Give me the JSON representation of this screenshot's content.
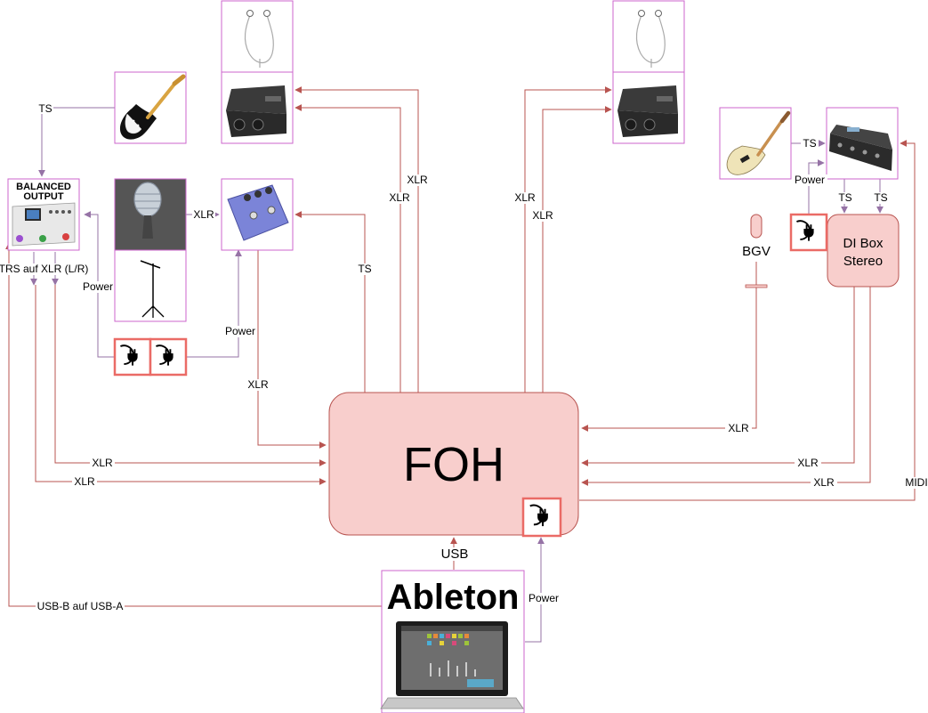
{
  "foh": {
    "label": "FOH"
  },
  "di_box": {
    "line1": "DI Box",
    "line2": "Stereo"
  },
  "mic_bgv": {
    "label": "BGV"
  },
  "helix": {
    "line1": "BALANCED",
    "line2": "OUTPUT"
  },
  "ableton": {
    "label": "Ableton"
  },
  "connections": {
    "ts_guitar": "TS",
    "xlr_mic": "XLR",
    "trs_xlr": "TRS auf XLR (L/R)",
    "power_helix": "Power",
    "power_pedal": "Power",
    "xlr_pedal_foh": "XLR",
    "ts_foh_pedal": "TS",
    "xlr_iem_left_a": "XLR",
    "xlr_iem_left_b": "XLR",
    "xlr_iem_right_a": "XLR",
    "xlr_iem_right_b": "XLR",
    "xlr_helix_1": "XLR",
    "xlr_helix_2": "XLR",
    "xlr_bgv": "XLR",
    "xlr_di_1": "XLR",
    "xlr_di_2": "XLR",
    "midi": "MIDI",
    "usb": "USB",
    "power_laptop": "Power",
    "usb_b_a": "USB-B auf USB-A",
    "ts_bass": "TS",
    "power_bass": "Power",
    "ts_di_1": "TS",
    "ts_di_2": "TS"
  },
  "colors": {
    "box_fill": "#f8cecc",
    "box_stroke": "#b85450",
    "line_red": "#b85450",
    "line_purple": "#9673a6",
    "frame": "#cc66cc",
    "power_border": "#ea6b66"
  }
}
